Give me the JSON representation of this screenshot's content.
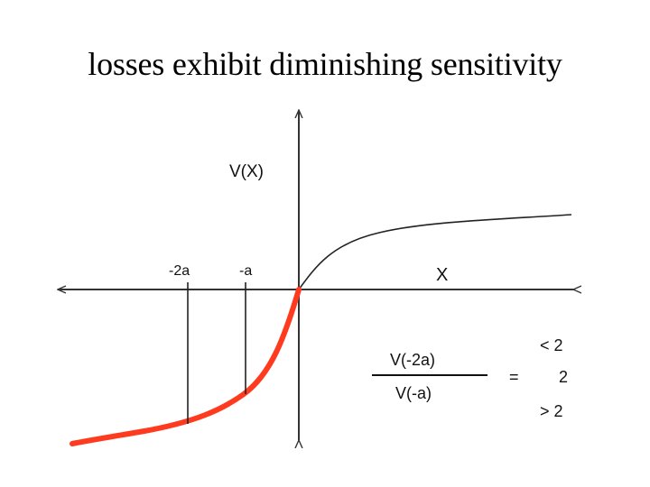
{
  "title": "losses exhibit diminishing sensitivity",
  "axis": {
    "y_label": "V(X)",
    "x_label": "X"
  },
  "ticks": {
    "minus_2a": "-2a",
    "minus_a": "-a"
  },
  "ratio": {
    "numerator": "V(-2a)",
    "denominator": "V(-a)",
    "equals": "=",
    "options": [
      "< 2",
      "2",
      "> 2"
    ]
  },
  "colors": {
    "loss_curve": "#ff3b1f",
    "gain_curve": "#222222",
    "axes": "#333333"
  }
}
